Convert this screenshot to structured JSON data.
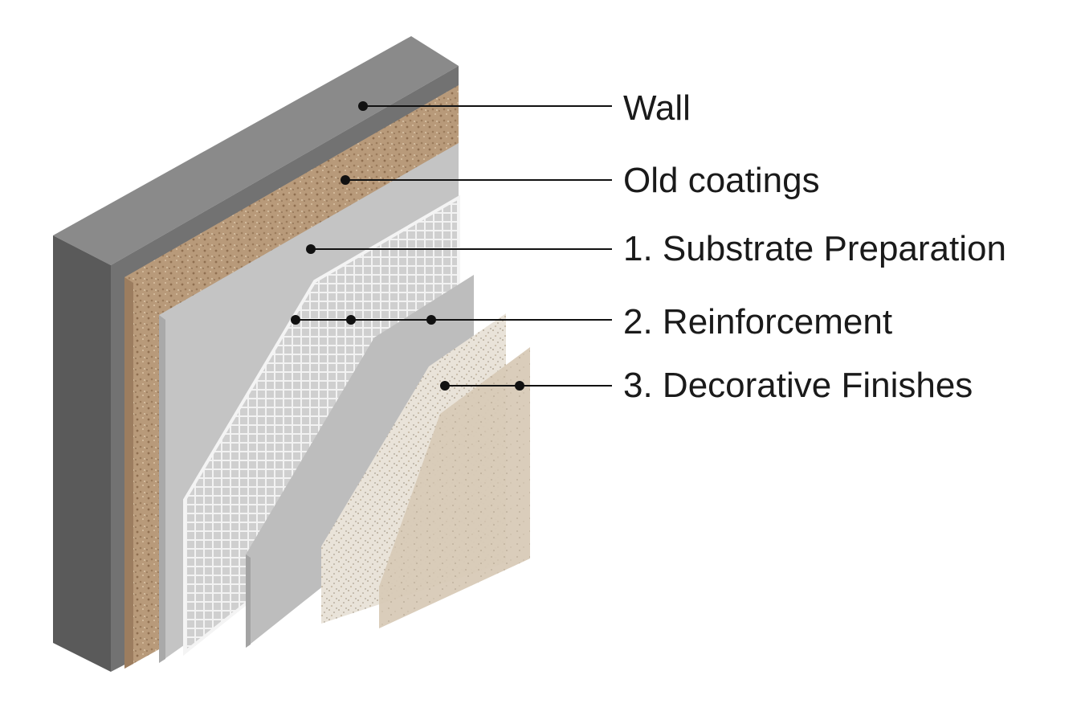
{
  "labels": {
    "wall": "Wall",
    "old_coatings": "Old coatings",
    "substrate": "1. Substrate Preparation",
    "reinforcement": "2. Reinforcement",
    "decorative": "3. Decorative Finishes"
  },
  "colors": {
    "wall_top": "#8a8a8a",
    "wall_front": "#6d6d6d",
    "wall_side": "#5c5c5c",
    "old_coating": "#b89a7a",
    "substrate": "#c6c6c6",
    "mesh": "#d8d8d8",
    "basecoat": "#bdbdbd",
    "decorative_granular": "#e6ded2",
    "decorative_finish": "#d6c8b5",
    "leader": "#111111"
  }
}
